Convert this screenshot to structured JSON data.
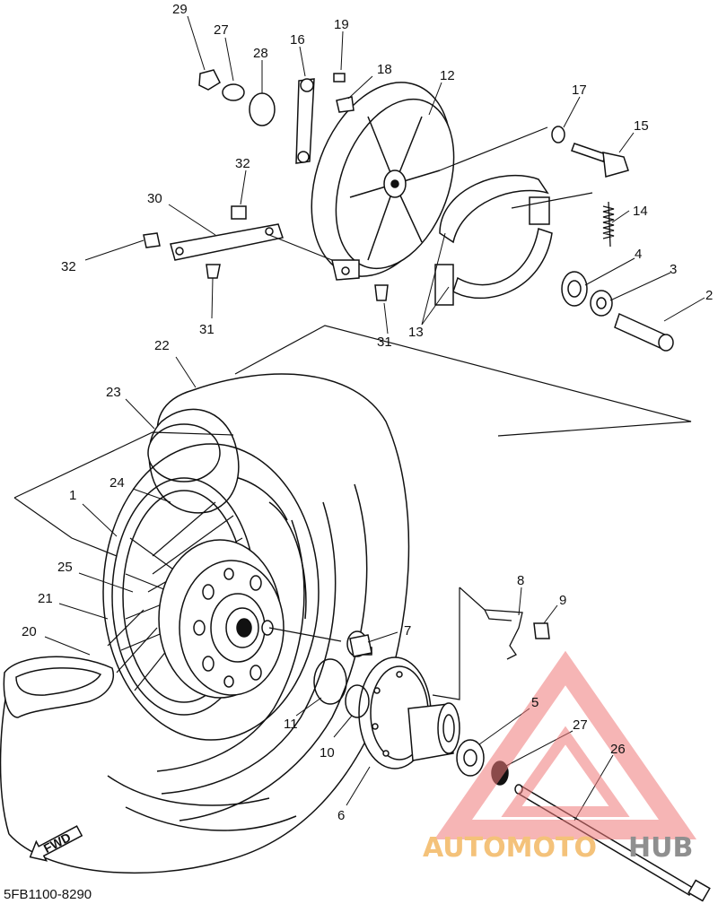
{
  "callouts": [
    {
      "id": "29",
      "label": "29"
    },
    {
      "id": "27a",
      "label": "27"
    },
    {
      "id": "28",
      "label": "28"
    },
    {
      "id": "16",
      "label": "16"
    },
    {
      "id": "19",
      "label": "19"
    },
    {
      "id": "18",
      "label": "18"
    },
    {
      "id": "12",
      "label": "12"
    },
    {
      "id": "17",
      "label": "17"
    },
    {
      "id": "15",
      "label": "15"
    },
    {
      "id": "32a",
      "label": "32"
    },
    {
      "id": "30",
      "label": "30"
    },
    {
      "id": "32b",
      "label": "32"
    },
    {
      "id": "31a",
      "label": "31"
    },
    {
      "id": "31b",
      "label": "31"
    },
    {
      "id": "14",
      "label": "14"
    },
    {
      "id": "4",
      "label": "4"
    },
    {
      "id": "3",
      "label": "3"
    },
    {
      "id": "2",
      "label": "2"
    },
    {
      "id": "13",
      "label": "13"
    },
    {
      "id": "22",
      "label": "22"
    },
    {
      "id": "23",
      "label": "23"
    },
    {
      "id": "24",
      "label": "24"
    },
    {
      "id": "1",
      "label": "1"
    },
    {
      "id": "25",
      "label": "25"
    },
    {
      "id": "21",
      "label": "21"
    },
    {
      "id": "20",
      "label": "20"
    },
    {
      "id": "8",
      "label": "8"
    },
    {
      "id": "9",
      "label": "9"
    },
    {
      "id": "7",
      "label": "7"
    },
    {
      "id": "5",
      "label": "5"
    },
    {
      "id": "27b",
      "label": "27"
    },
    {
      "id": "26",
      "label": "26"
    },
    {
      "id": "11",
      "label": "11"
    },
    {
      "id": "10",
      "label": "10"
    },
    {
      "id": "6",
      "label": "6"
    }
  ],
  "fwd_label": "FWD",
  "diagram_code": "5FB1100-8290",
  "watermark": {
    "text_a": "AUTOMOTO",
    "text_b": "HUB",
    "color_a": "#f4c27a",
    "color_b": "#8f8f8f",
    "logo_color": "#f07a7a"
  }
}
